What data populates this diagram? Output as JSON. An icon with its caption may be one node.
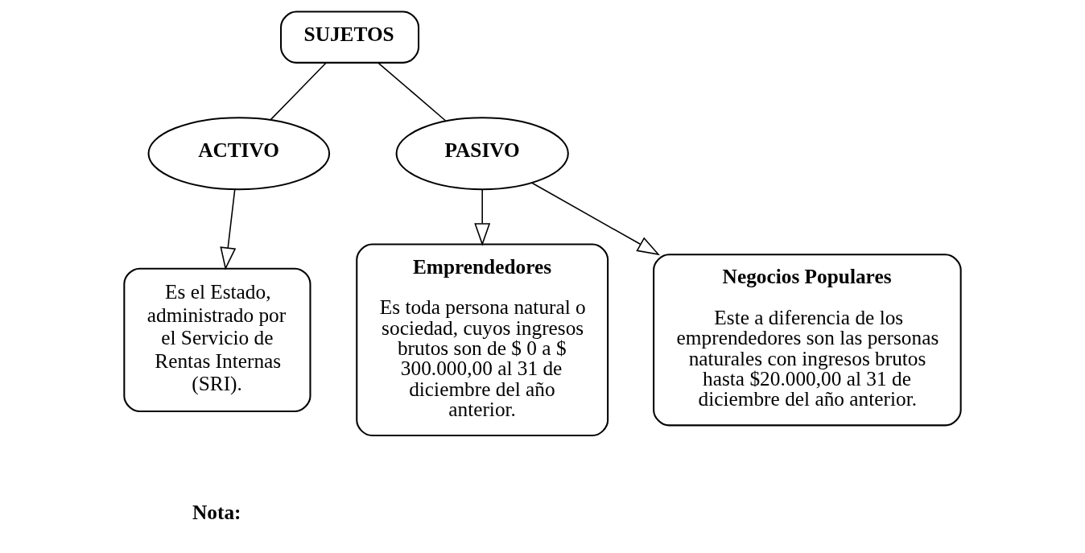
{
  "diagram": {
    "nodes": [
      {
        "text": [
          "SUJETOS"
        ]
      },
      {
        "text": [
          "ACTIVO"
        ]
      },
      {
        "text": [
          "PASIVO"
        ]
      },
      {
        "text": [
          "Es el Estado, administrado por el Servicio de Rentas Internas (SRI)."
        ]
      },
      {
        "text": [
          "Emprendedores",
          "Es toda persona natural o sociedad, cuyos ingresos brutos son de $ 0 a $ 300.000,00 al 31 de diciembre del año anterior."
        ]
      },
      {
        "text": [
          "Negocios Populares",
          "Este a diferencia de los emprendedores son las personas naturales con ingresos brutos hasta $20.000,00 al 31 de diciembre del año anterior."
        ]
      }
    ],
    "edges": [
      {
        "from": 0,
        "to": 1,
        "arrow": "none"
      },
      {
        "from": 0,
        "to": 2,
        "arrow": "none"
      },
      {
        "from": 1,
        "to": 3,
        "arrow": "to"
      },
      {
        "from": 2,
        "to": 4,
        "arrow": "to"
      },
      {
        "from": 2,
        "to": 5,
        "arrow": "to"
      }
    ],
    "labels": [
      "Nota:"
    ]
  }
}
